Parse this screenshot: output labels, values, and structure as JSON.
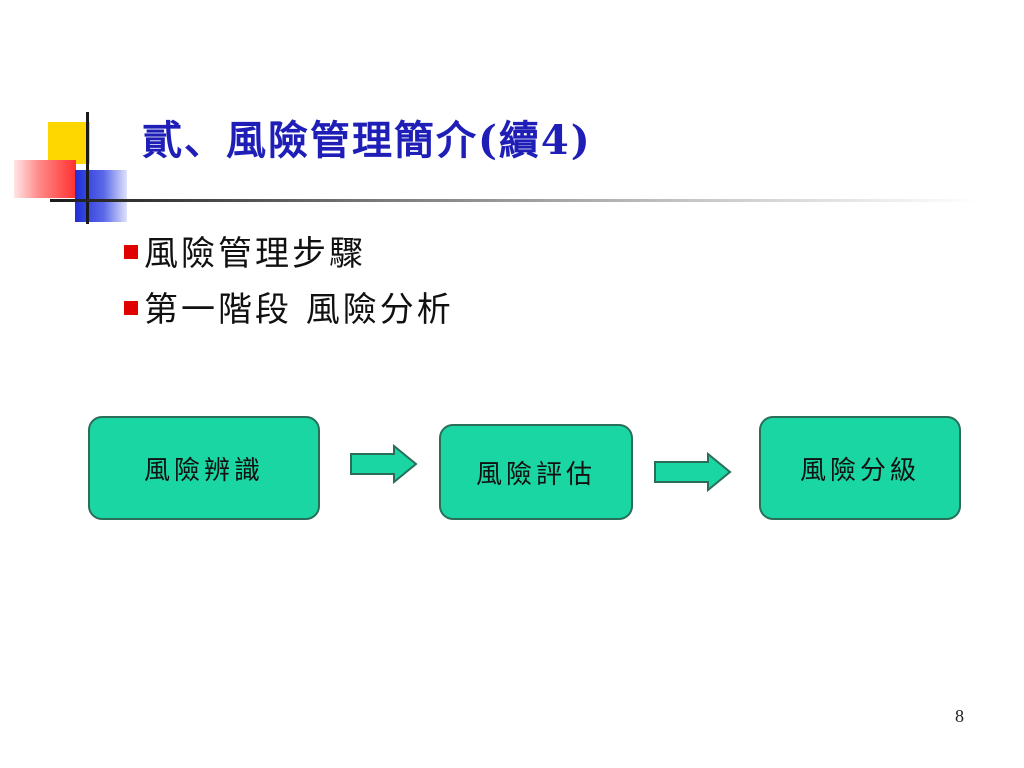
{
  "slide": {
    "title": "貳、風險管理簡介(續4)",
    "page_number": "8"
  },
  "bullets": [
    {
      "text": "風險管理步驟"
    },
    {
      "text": "第一階段 風險分析"
    }
  ],
  "flow": {
    "steps": [
      {
        "label": "風險辨識"
      },
      {
        "label": "風險評估"
      },
      {
        "label": "風險分級"
      }
    ]
  },
  "colors": {
    "title": "#1f1fb8",
    "bullet_marker": "#e00000",
    "box_fill": "#1ad6a2",
    "box_border": "#2a6e5a",
    "arrow_fill": "#1ad6a2"
  }
}
